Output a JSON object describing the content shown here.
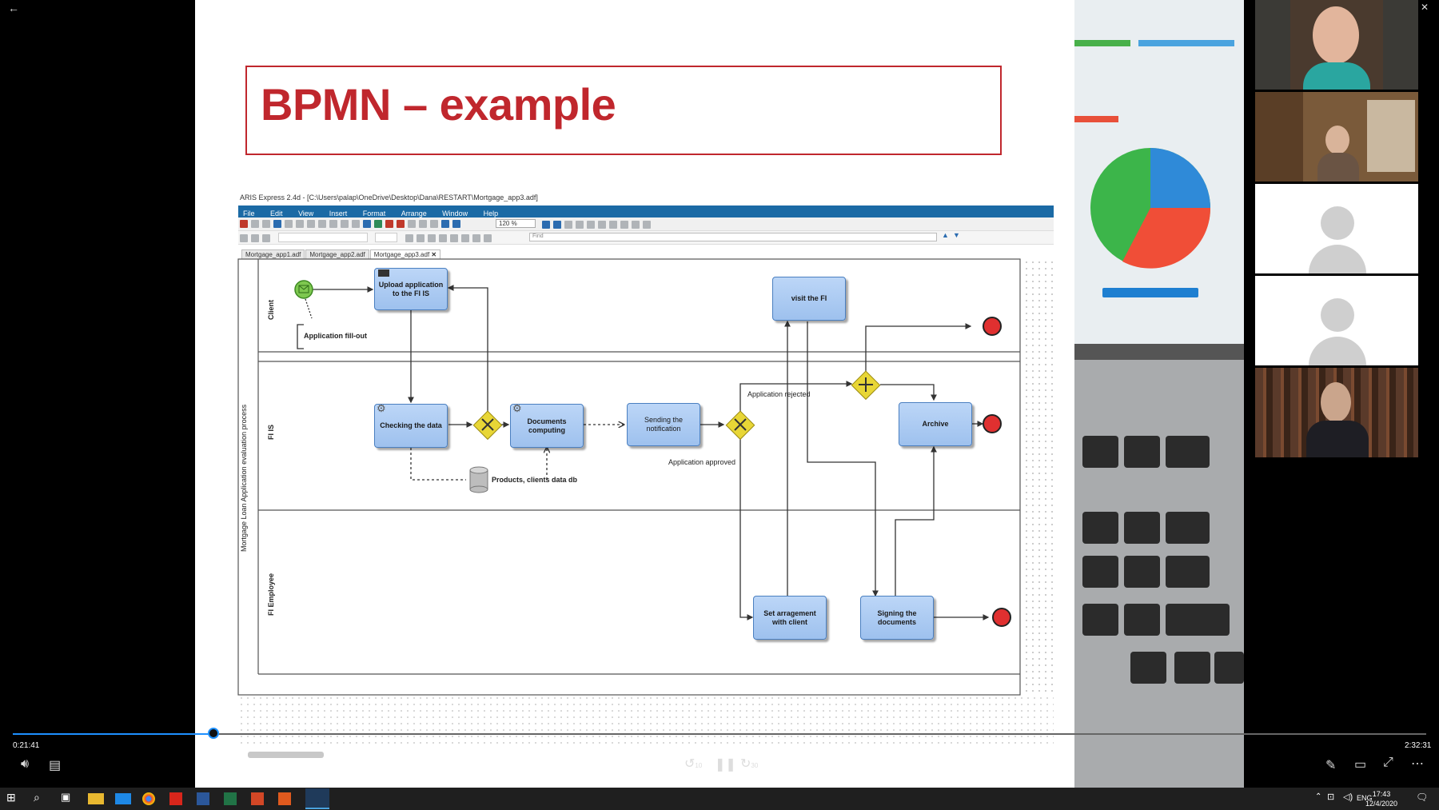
{
  "slide": {
    "title": "BPMN – example"
  },
  "aris": {
    "window_title": "ARIS Express 2.4d - [C:\\Users\\palap\\OneDrive\\Desktop\\Dana\\RESTART\\Mortgage_app3.adf]",
    "menu": [
      "File",
      "Edit",
      "View",
      "Insert",
      "Format",
      "Arrange",
      "Window",
      "Help"
    ],
    "zoom": "120 %",
    "find_placeholder": "Find",
    "tabs": [
      "Mortgage_app1.adf",
      "Mortgage_app2.adf",
      "Mortgage_app3.adf"
    ],
    "tab_close": "✕"
  },
  "diagram": {
    "pool_label": "Mortgage Loan Application evaluation process",
    "lanes": [
      "Client",
      "FI IS",
      "FI Employee"
    ],
    "tasks": {
      "upload": "Upload application to the FI IS",
      "checking": "Checking the data",
      "documents": "Documents computing",
      "sending": "Sending the notification",
      "visit": "visit the FI",
      "archive": "Archive",
      "arrangement": "Set arragement with client",
      "signing": "Signing the documents"
    },
    "annotation": "Application fill-out",
    "datastore": "Products, clients data db",
    "flow_rejected": "Application rejected",
    "flow_approved": "Application approved"
  },
  "player": {
    "elapsed": "0:21:41",
    "total": "2:32:31",
    "progress": 0.142,
    "skip_back": "10",
    "skip_fwd": "30"
  },
  "taskbar": {
    "lang": "ENG",
    "time": "17:43",
    "date": "12/4/2020"
  },
  "colors": {
    "title_red": "#c0272d",
    "menu_blue": "#1b6aa5",
    "task_fill": "#b0cdf3",
    "gateway": "#e8d636",
    "end_event": "#e03030",
    "start_event": "#7ec850"
  }
}
